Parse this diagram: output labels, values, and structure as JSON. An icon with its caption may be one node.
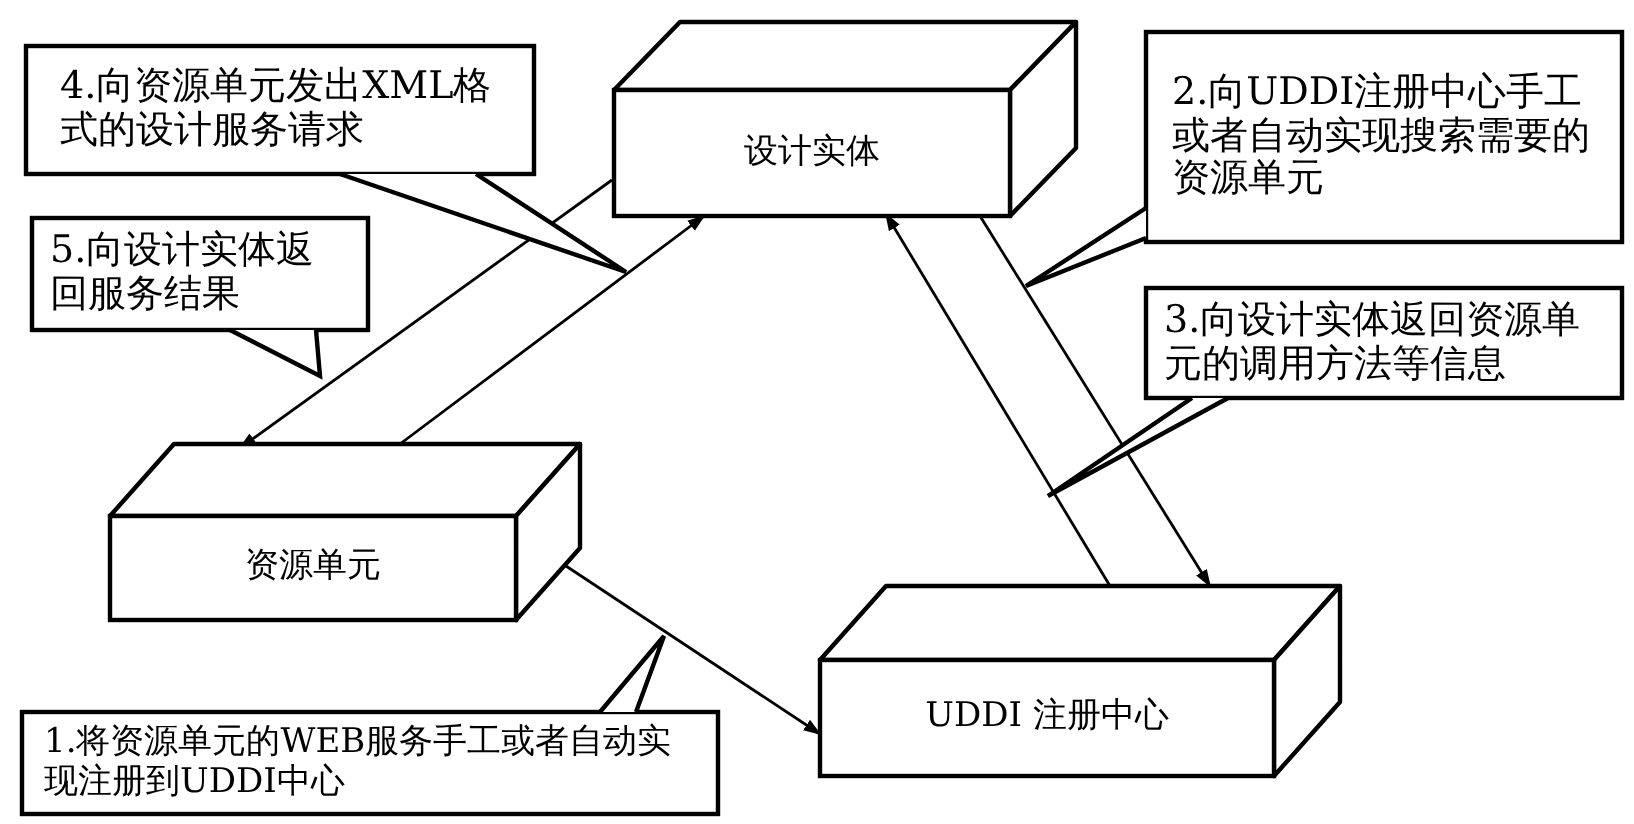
{
  "diagram": {
    "nodes": [
      {
        "text": [
          "设计实体"
        ]
      },
      {
        "text": [
          "资源单元"
        ]
      },
      {
        "text": [
          "UDDI 注册中心"
        ]
      },
      {
        "text": [
          "1.将资源单元的WEB服务手工或者自动实现注册到UDDI中心"
        ]
      },
      {
        "text": [
          "2.向UDDI注册中心手工或者自动实现搜索需要的资源单元"
        ]
      },
      {
        "text": [
          "3.向设计实体返回资源单元的调用方法等信息"
        ]
      },
      {
        "text": [
          "4.向资源单元发出XML格式的设计服务请求"
        ]
      },
      {
        "text": [
          "5.向设计实体返回服务结果"
        ]
      }
    ],
    "edges": [
      {
        "from": 1,
        "to": 2,
        "arrow": "to"
      },
      {
        "from": 0,
        "to": 2,
        "arrow": "to"
      },
      {
        "from": 2,
        "to": 0,
        "arrow": "to"
      },
      {
        "from": 0,
        "to": 1,
        "arrow": "to"
      },
      {
        "from": 1,
        "to": 0,
        "arrow": "to"
      }
    ]
  }
}
